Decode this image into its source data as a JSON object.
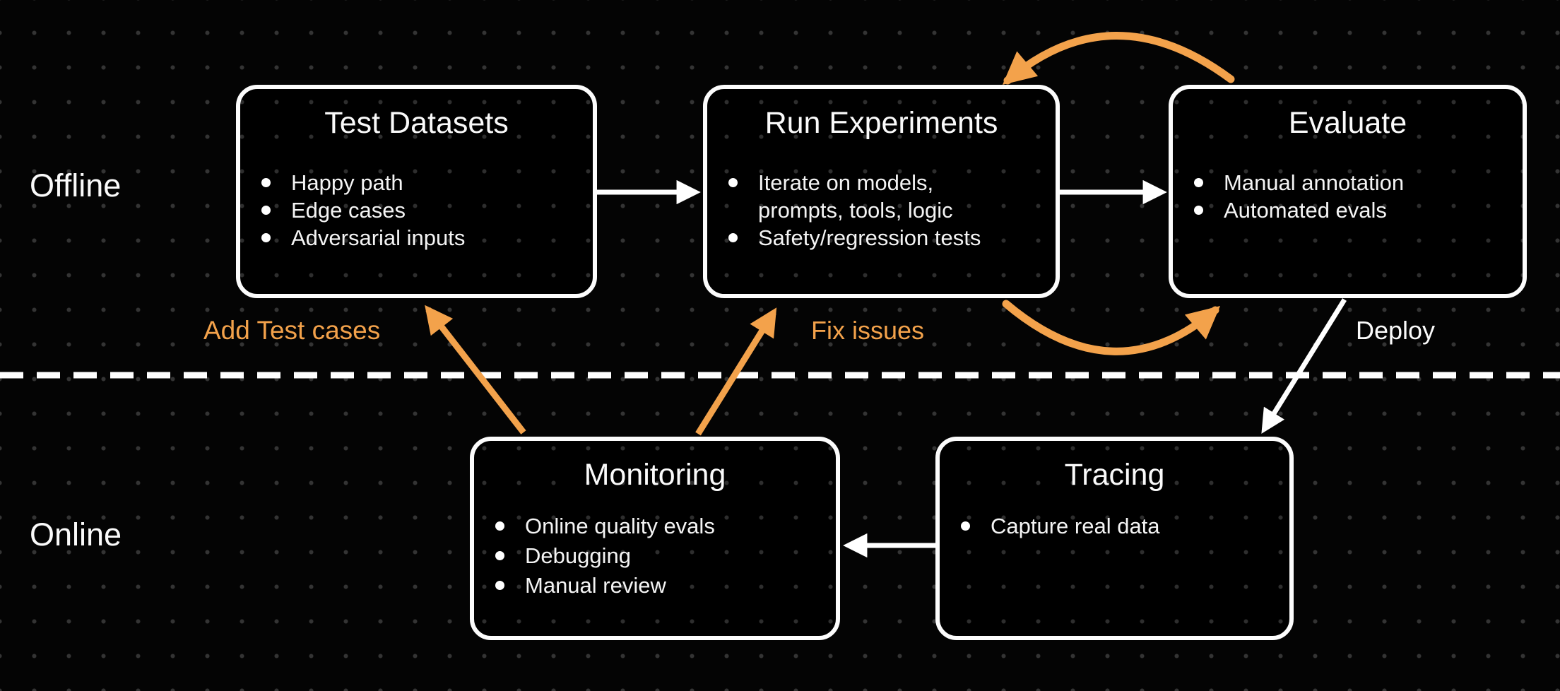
{
  "diagram": {
    "theme": {
      "background": "#040404",
      "dot_grid_color": "#343434",
      "box_border_color": "#fcfcfc",
      "text_color": "#f7f7f7",
      "accent_orange": "#f3a24b",
      "arrow_white": "#ffffff"
    },
    "sections": {
      "offline_label": "Offline",
      "online_label": "Online"
    },
    "boxes": {
      "test_datasets": {
        "title": "Test Datasets",
        "bullets": [
          "Happy path",
          "Edge cases",
          "Adversarial inputs"
        ]
      },
      "run_experiments": {
        "title": "Run Experiments",
        "bullets": [
          "Iterate on models,\nprompts, tools, logic",
          "Safety/regression tests"
        ]
      },
      "evaluate": {
        "title": "Evaluate",
        "bullets": [
          "Manual annotation",
          "Automated evals"
        ]
      },
      "monitoring": {
        "title": "Monitoring",
        "bullets": [
          "Online quality evals",
          "Debugging",
          "Manual review"
        ]
      },
      "tracing": {
        "title": "Tracing",
        "bullets": [
          "Capture real data"
        ]
      }
    },
    "edge_labels": {
      "add_test_cases": "Add Test cases",
      "fix_issues": "Fix issues",
      "deploy": "Deploy"
    },
    "flows": [
      {
        "from": "test_datasets",
        "to": "run_experiments",
        "color": "white",
        "label": ""
      },
      {
        "from": "run_experiments",
        "to": "evaluate",
        "color": "white",
        "label": ""
      },
      {
        "from": "evaluate",
        "to": "run_experiments",
        "color": "orange",
        "label": "",
        "style": "curved-top"
      },
      {
        "from": "run_experiments",
        "to": "evaluate",
        "color": "orange",
        "label": "",
        "style": "curved-bottom"
      },
      {
        "from": "evaluate",
        "to": "tracing",
        "color": "white",
        "label": "Deploy"
      },
      {
        "from": "tracing",
        "to": "monitoring",
        "color": "white",
        "label": ""
      },
      {
        "from": "monitoring",
        "to": "test_datasets",
        "color": "orange",
        "label": "Add Test cases"
      },
      {
        "from": "monitoring",
        "to": "run_experiments",
        "color": "orange",
        "label": "Fix issues"
      }
    ]
  }
}
